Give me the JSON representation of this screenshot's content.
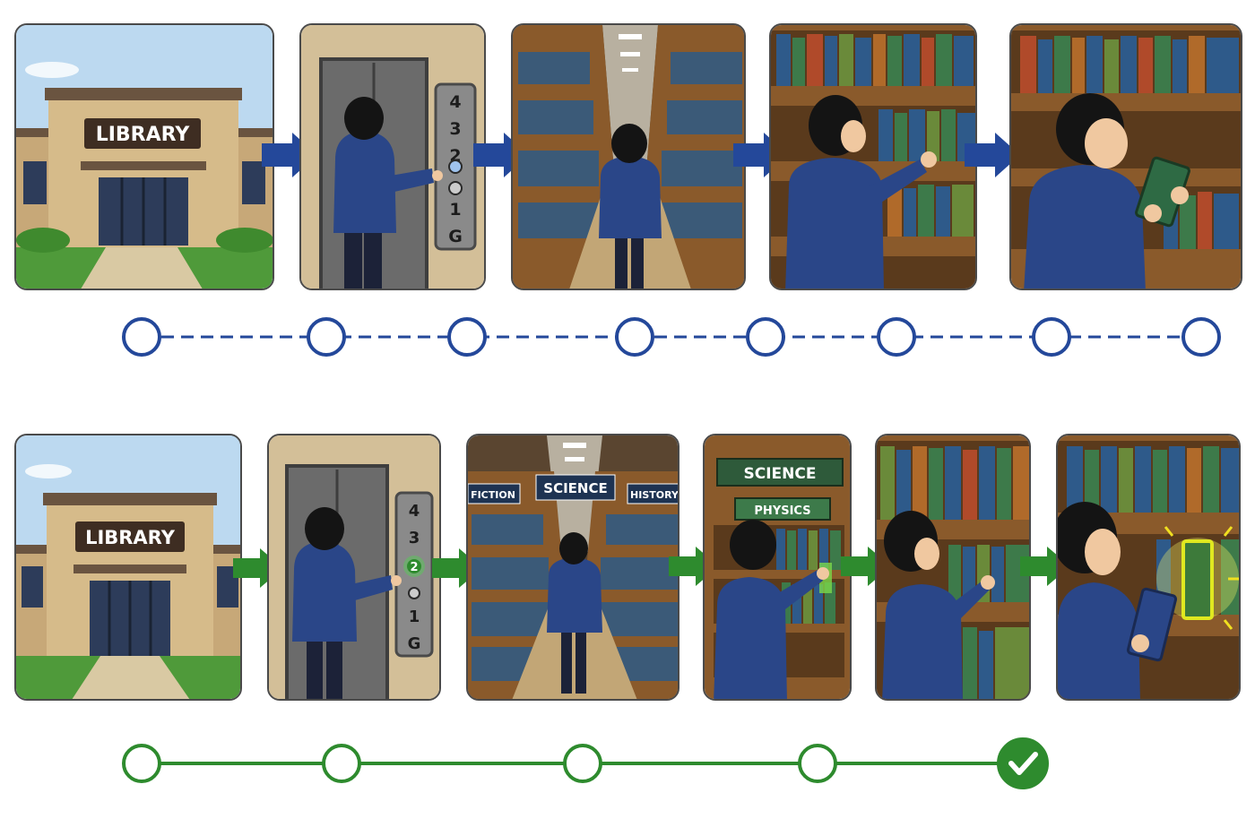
{
  "top_row": {
    "accent": "#24489a",
    "library_sign": "LIBRARY",
    "floor_buttons": [
      "4",
      "3",
      "2",
      "",
      "1",
      "G"
    ],
    "timeline_nodes": 8
  },
  "bottom_row": {
    "accent": "#2e8b2e",
    "library_sign": "LIBRARY",
    "floor_buttons": [
      "4",
      "3",
      "2",
      "",
      "1",
      "G"
    ],
    "aisle_signs": {
      "left": "FICTION",
      "center": "SCIENCE",
      "right": "HISTORY"
    },
    "shelf_sign": "SCIENCE",
    "shelf_subsign": "PHYSICS",
    "timeline_nodes": 5,
    "final_icon": "checkmark-icon"
  },
  "colors": {
    "hoodie": "#2a4688",
    "pants": "#1c2238",
    "hair": "#141414",
    "skin": "#f0c8a0",
    "wood": "#8a5a2b",
    "wall": "#d3b98a",
    "sky": "#bcd9f0",
    "grass": "#4f9a3a",
    "glow": "#d8e820"
  }
}
